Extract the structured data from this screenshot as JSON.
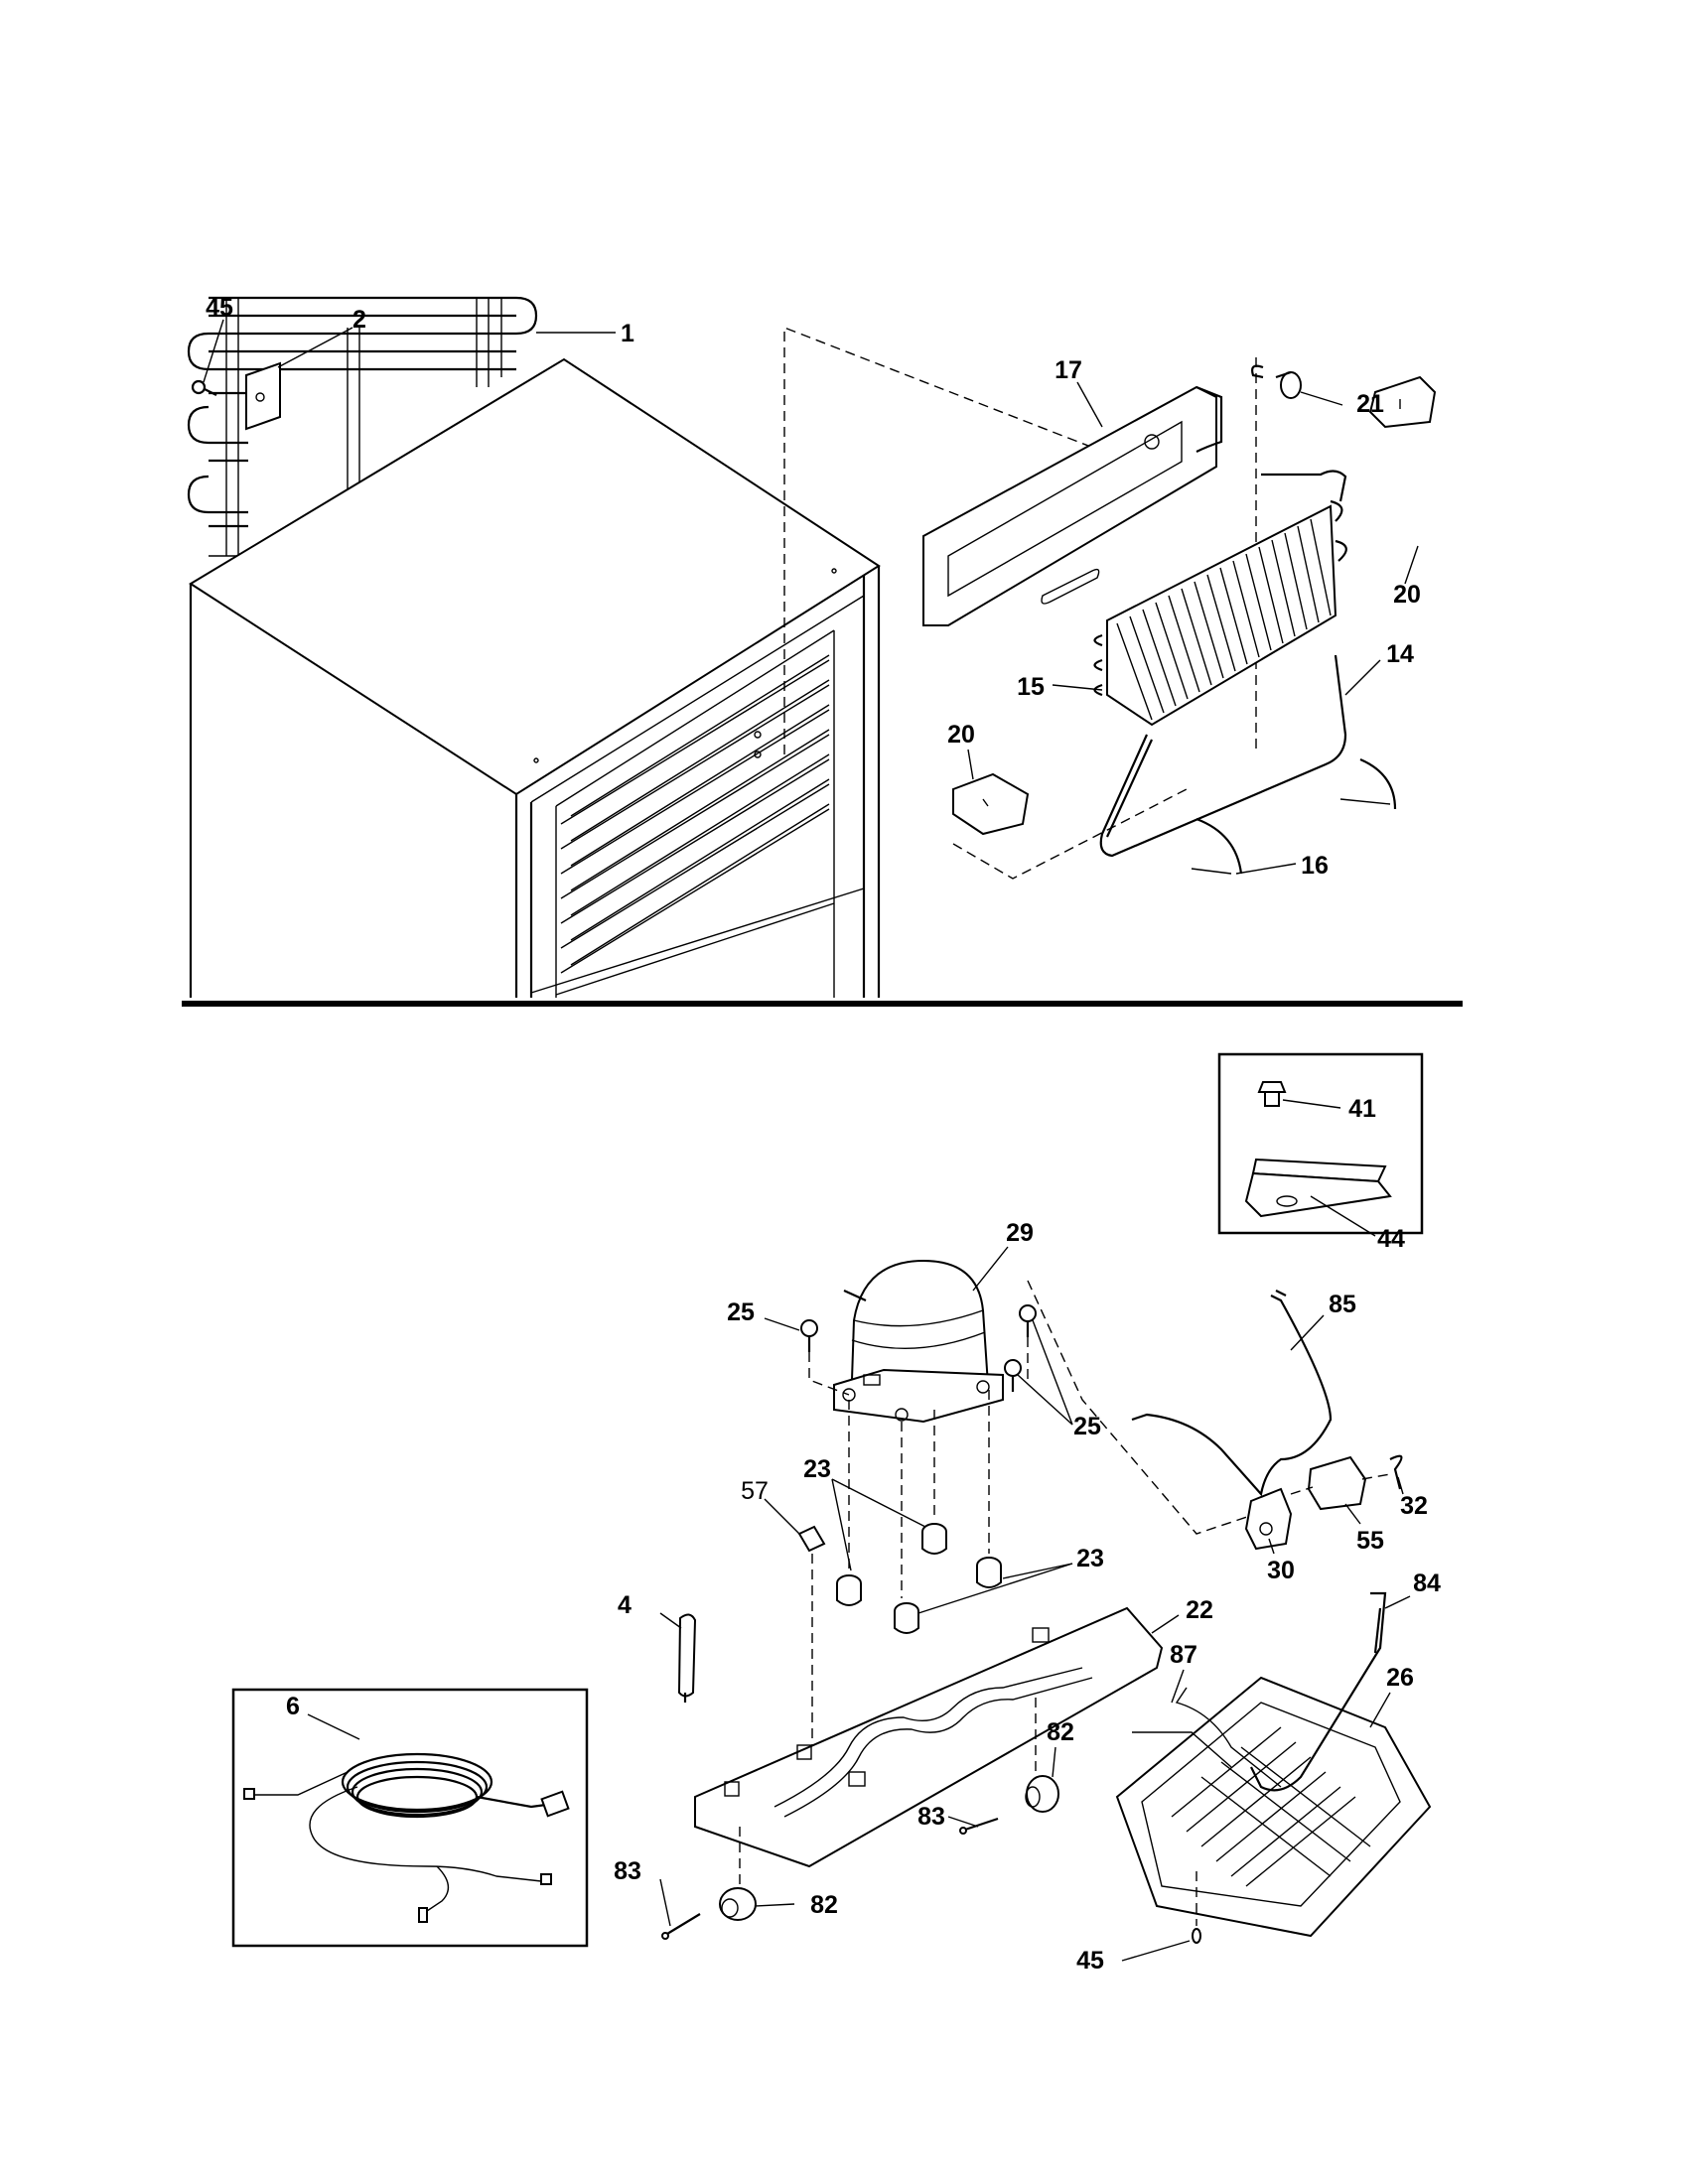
{
  "colors": {
    "ink": "#000000",
    "paper": "#ffffff"
  },
  "callouts": {
    "p45_top": "45",
    "p2": "2",
    "p1": "1",
    "p17": "17",
    "p21": "21",
    "p20_right": "20",
    "p14": "14",
    "p15": "15",
    "p20_left": "20",
    "p16": "16",
    "p41": "41",
    "p44": "44",
    "p29": "29",
    "p85": "85",
    "p25_left": "25",
    "p25_right": "25",
    "p23_top": "23",
    "p57": "57",
    "p23_right": "23",
    "p32": "32",
    "p55": "55",
    "p30": "30",
    "p4": "4",
    "p22": "22",
    "p84": "84",
    "p87": "87",
    "p26": "26",
    "p6": "6",
    "p82_right": "82",
    "p83_right": "83",
    "p83_left": "83",
    "p82_left": "82",
    "p45_bottom": "45"
  }
}
